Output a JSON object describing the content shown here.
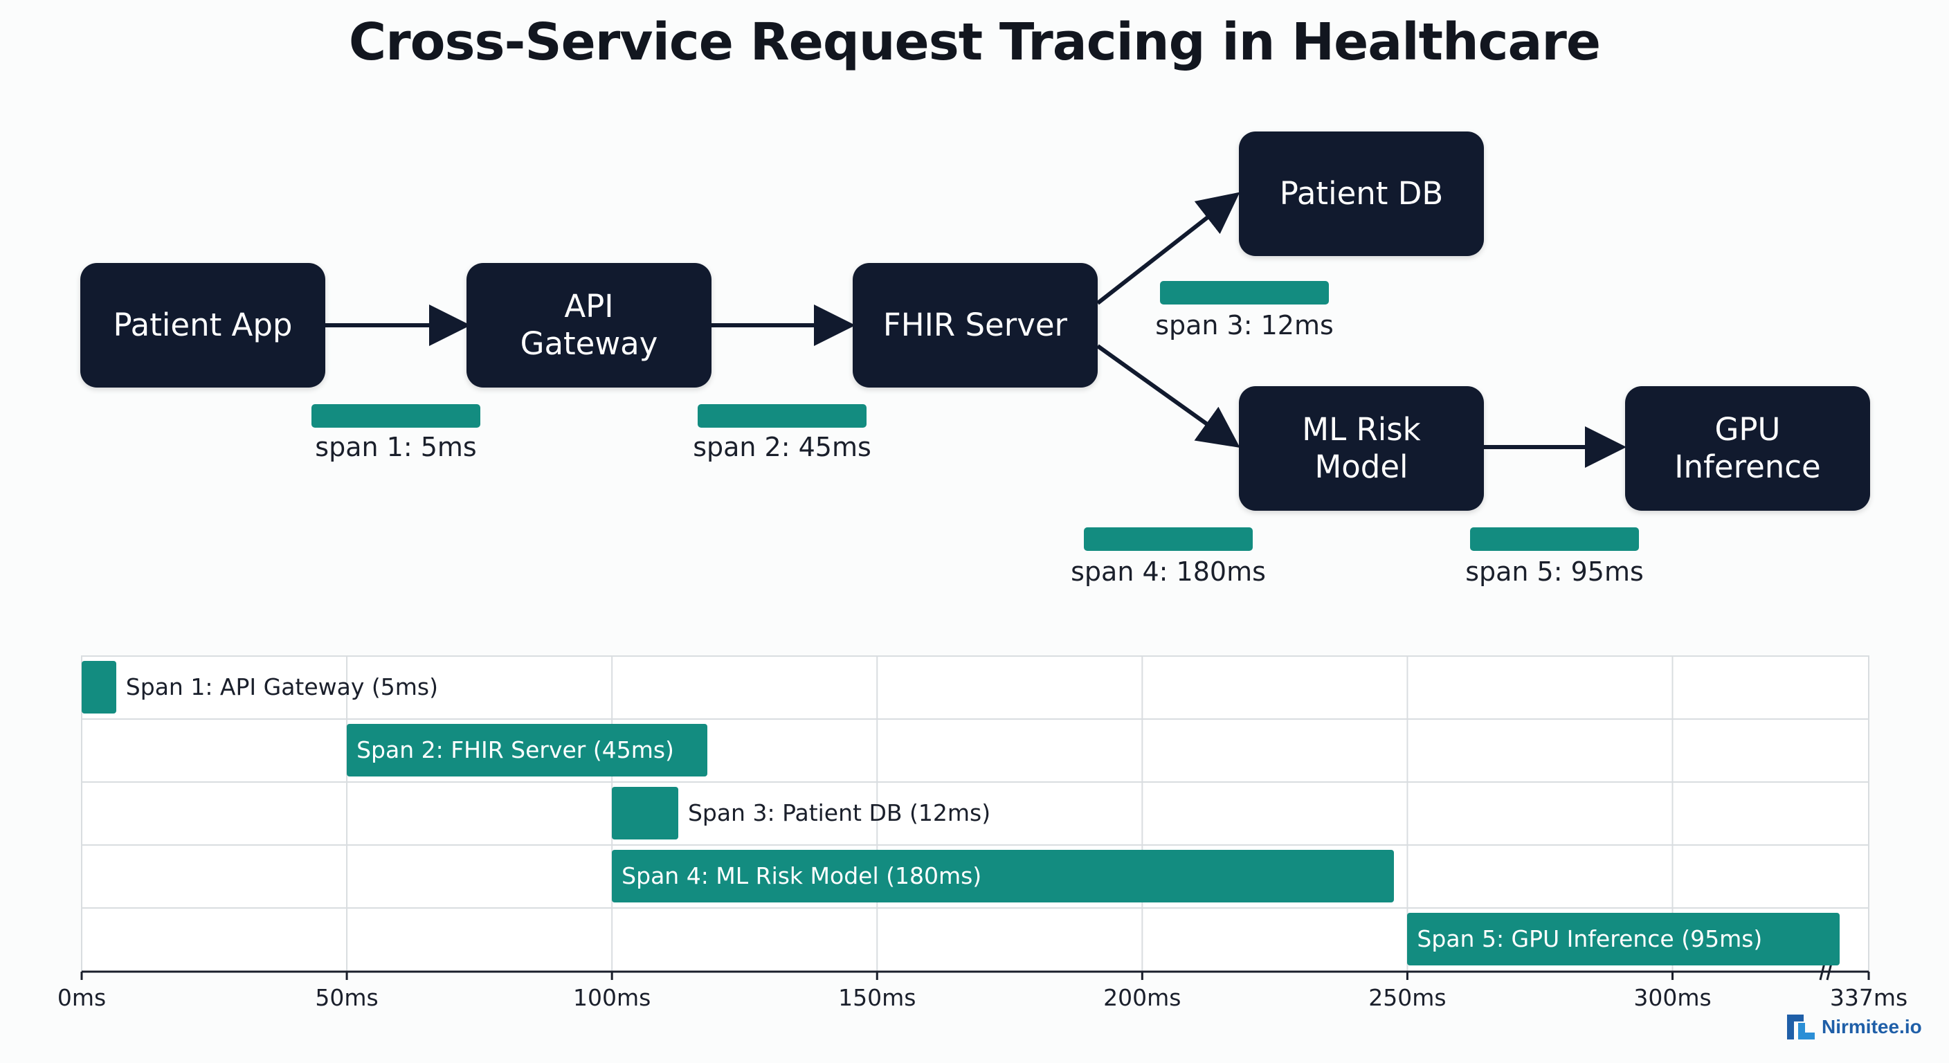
{
  "title": "Cross-Service Request Tracing in Healthcare",
  "nodes": {
    "patient_app": "Patient App",
    "api_gateway": "API Gateway",
    "fhir_server": "FHIR Server",
    "patient_db": "Patient DB",
    "ml_risk_model": "ML Risk Model",
    "gpu_inference": "GPU Inference"
  },
  "span_labels": {
    "s1": "span 1: 5ms",
    "s2": "span 2: 45ms",
    "s3": "span 3: 12ms",
    "s4": "span 4: 180ms",
    "s5": "span 5: 95ms"
  },
  "chart_data": {
    "type": "gantt",
    "x_unit": "ms",
    "xlim": [
      0,
      337
    ],
    "ticks": [
      {
        "value": 0,
        "label": "0ms"
      },
      {
        "value": 50,
        "label": "50ms"
      },
      {
        "value": 100,
        "label": "100ms"
      },
      {
        "value": 150,
        "label": "150ms"
      },
      {
        "value": 200,
        "label": "200ms"
      },
      {
        "value": 250,
        "label": "250ms"
      },
      {
        "value": 300,
        "label": "300ms"
      },
      {
        "value": 337,
        "label": "337ms"
      }
    ],
    "spans": [
      {
        "label": "Span 1: API Gateway (5ms)",
        "start": 0,
        "end": 6.5
      },
      {
        "label": "Span 2: FHIR Server (45ms)",
        "start": 50,
        "end": 118
      },
      {
        "label": "Span 3: Patient DB (12ms)",
        "start": 100,
        "end": 112.5
      },
      {
        "label": "Span 4: ML Risk Model (180ms)",
        "start": 100,
        "end": 247.5
      },
      {
        "label": "Span 5: GPU Inference (95ms)",
        "start": 250,
        "end": 331.5
      }
    ],
    "color": "#138c80",
    "grid": true
  },
  "brand": {
    "name": "Nirmitee.io",
    "color": "#1f5fa8"
  },
  "colors": {
    "node": "#111a2e",
    "accent": "#138c80",
    "arrow": "#111a2e"
  }
}
